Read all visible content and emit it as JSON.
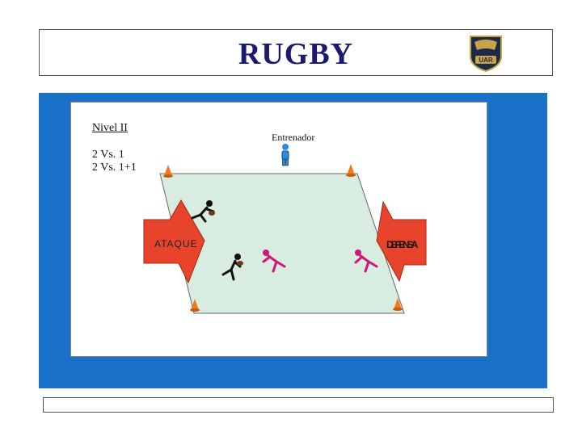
{
  "header": {
    "title": "RUGBY",
    "logo_text": "UAR"
  },
  "diagram": {
    "level": "Nivel II",
    "drills": [
      "2 Vs. 1",
      "2 Vs. 1+1"
    ],
    "coach_label": "Entrenador",
    "attack_label": "ATAQUE",
    "defense_label": "DEFENSA"
  },
  "colors": {
    "panel_blue": "#1a72c8",
    "field": "#d8ede0",
    "arrow_red": "#e8442c",
    "attacker": "#111111",
    "defender": "#d0157a",
    "coach": "#2e8bd6",
    "cone": "#f07a1a",
    "title": "#1a1a6e"
  },
  "icons": [
    "rugby-logo-icon",
    "coach-icon",
    "attacker-icon",
    "defender-icon",
    "cone-icon",
    "attack-arrow-icon",
    "defense-arrow-icon"
  ]
}
